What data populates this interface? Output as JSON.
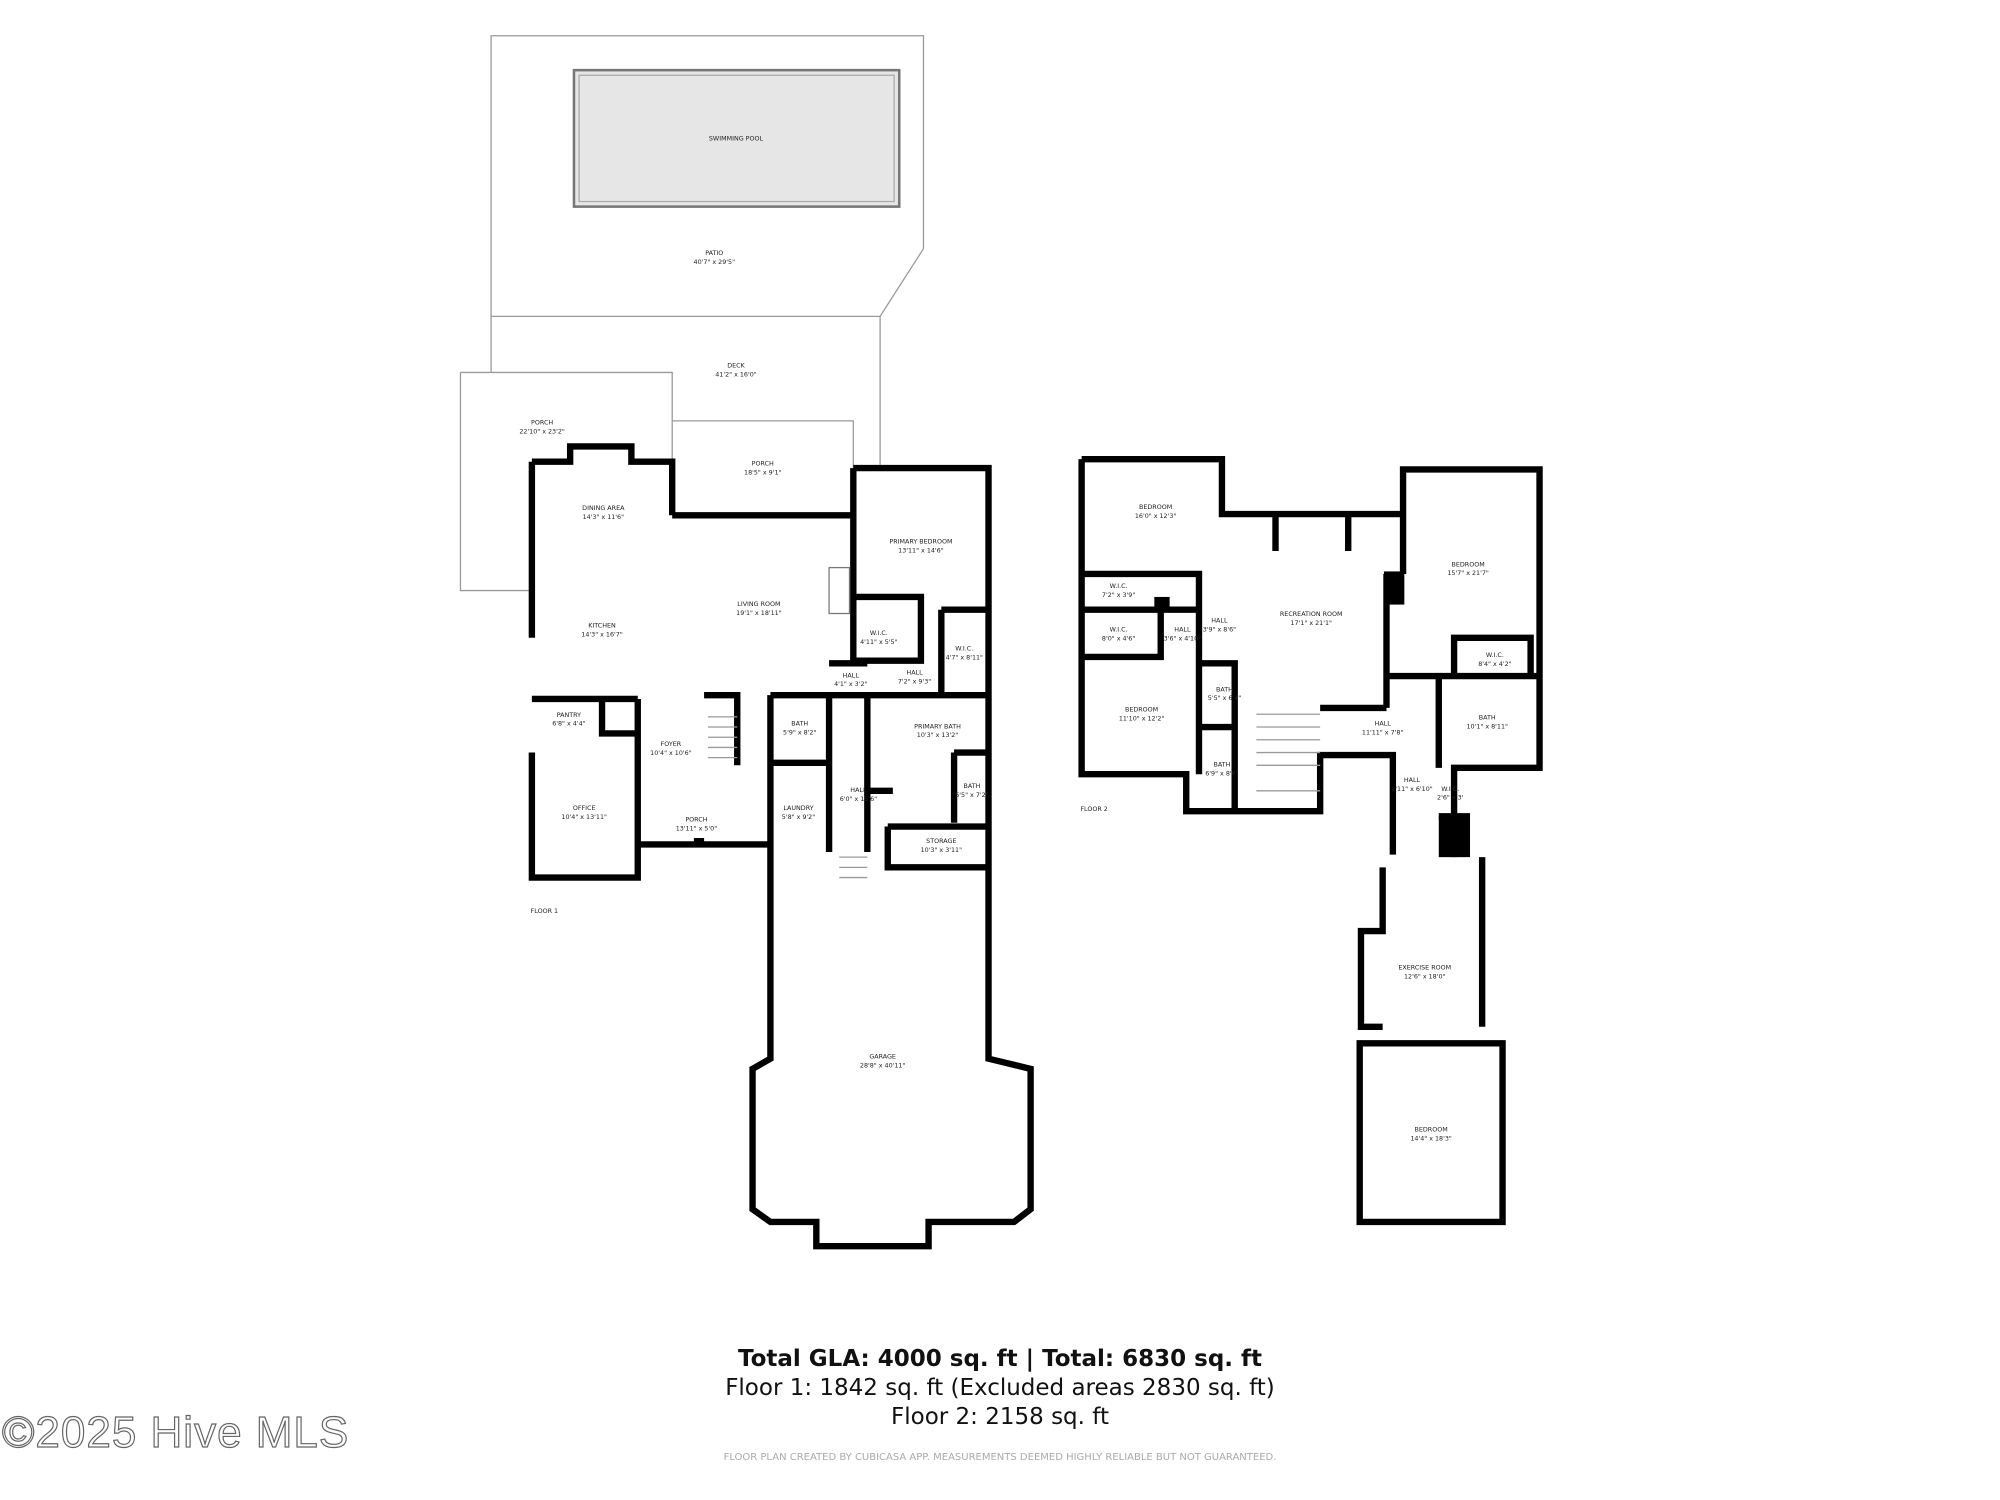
{
  "floor1": {
    "label": "FLOOR 1",
    "rooms": [
      {
        "name": "SWIMMING POOL",
        "dims": ""
      },
      {
        "name": "PATIO",
        "dims": "40'7\" x 29'5\""
      },
      {
        "name": "DECK",
        "dims": "41'2\" x 16'0\""
      },
      {
        "name": "PORCH",
        "dims": "22'10\" x 23'2\""
      },
      {
        "name": "PORCH",
        "dims": "18'5\" x 9'1\""
      },
      {
        "name": "DINING AREA",
        "dims": "14'3\" x 11'6\""
      },
      {
        "name": "KITCHEN",
        "dims": "14'3\" x 16'7\""
      },
      {
        "name": "LIVING ROOM",
        "dims": "19'1\" x 18'11\""
      },
      {
        "name": "PRIMARY BEDROOM",
        "dims": "13'11\" x 14'6\""
      },
      {
        "name": "W.I.C.",
        "dims": "4'11\" x 5'5\""
      },
      {
        "name": "W.I.C.",
        "dims": "4'7\" x 8'11\""
      },
      {
        "name": "HALL",
        "dims": "4'1\" x 3'2\""
      },
      {
        "name": "HALL",
        "dims": "7'2\" x 9'3\""
      },
      {
        "name": "PANTRY",
        "dims": "6'8\" x 4'4\""
      },
      {
        "name": "FOYER",
        "dims": "10'4\" x 10'6\""
      },
      {
        "name": "BATH",
        "dims": "5'9\" x 8'2\""
      },
      {
        "name": "PRIMARY BATH",
        "dims": "10'3\" x 13'2\""
      },
      {
        "name": "BATH",
        "dims": "5'5\" x 7'2\""
      },
      {
        "name": "HALL",
        "dims": "6'0\" x 15'6\""
      },
      {
        "name": "LAUNDRY",
        "dims": "5'8\" x 9'2\""
      },
      {
        "name": "STORAGE",
        "dims": "10'3\" x 3'11\""
      },
      {
        "name": "OFFICE",
        "dims": "10'4\" x 13'11\""
      },
      {
        "name": "PORCH",
        "dims": "13'11\" x 5'0\""
      },
      {
        "name": "GARAGE",
        "dims": "28'8\" x 40'11\""
      }
    ]
  },
  "floor2": {
    "label": "FLOOR 2",
    "rooms": [
      {
        "name": "BEDROOM",
        "dims": "16'0\" x 12'3\""
      },
      {
        "name": "W.I.C.",
        "dims": "7'2\" x 3'9\""
      },
      {
        "name": "W.I.C.",
        "dims": "8'0\" x 4'6\""
      },
      {
        "name": "HALL",
        "dims": "3'6\" x 4'10\""
      },
      {
        "name": "HALL",
        "dims": "3'9\" x 8'6\""
      },
      {
        "name": "RECREATION ROOM",
        "dims": "17'1\" x 21'1\""
      },
      {
        "name": "BEDROOM",
        "dims": "15'7\" x 21'7\""
      },
      {
        "name": "W.I.C.",
        "dims": "8'4\" x 4'2\""
      },
      {
        "name": "BEDROOM",
        "dims": "11'10\" x 12'2\""
      },
      {
        "name": "BATH",
        "dims": "5'5\" x 6'4\""
      },
      {
        "name": "BATH",
        "dims": "10'1\" x 8'11\""
      },
      {
        "name": "HALL",
        "dims": "11'11\" x 7'8\""
      },
      {
        "name": "BATH",
        "dims": "6'9\" x 8'6\""
      },
      {
        "name": "HALL",
        "dims": "2'11\" x 6'10\""
      },
      {
        "name": "W.I.C.",
        "dims": "2'6\" x 3'"
      },
      {
        "name": "EXERCISE ROOM",
        "dims": "12'6\" x 18'0\""
      },
      {
        "name": "BEDROOM",
        "dims": "14'4\" x 18'3\""
      }
    ]
  },
  "summary": {
    "total": "Total GLA: 4000 sq. ft | Total: 6830 sq. ft",
    "floor1": "Floor 1: 1842 sq. ft (Excluded areas 2830 sq. ft)",
    "floor2": "Floor 2: 2158 sq. ft",
    "disclaimer": "FLOOR PLAN CREATED BY CUBICASA APP. MEASUREMENTS DEEMED HIGHLY RELIABLE BUT NOT GUARANTEED."
  },
  "watermark": "©2025 Hive MLS"
}
